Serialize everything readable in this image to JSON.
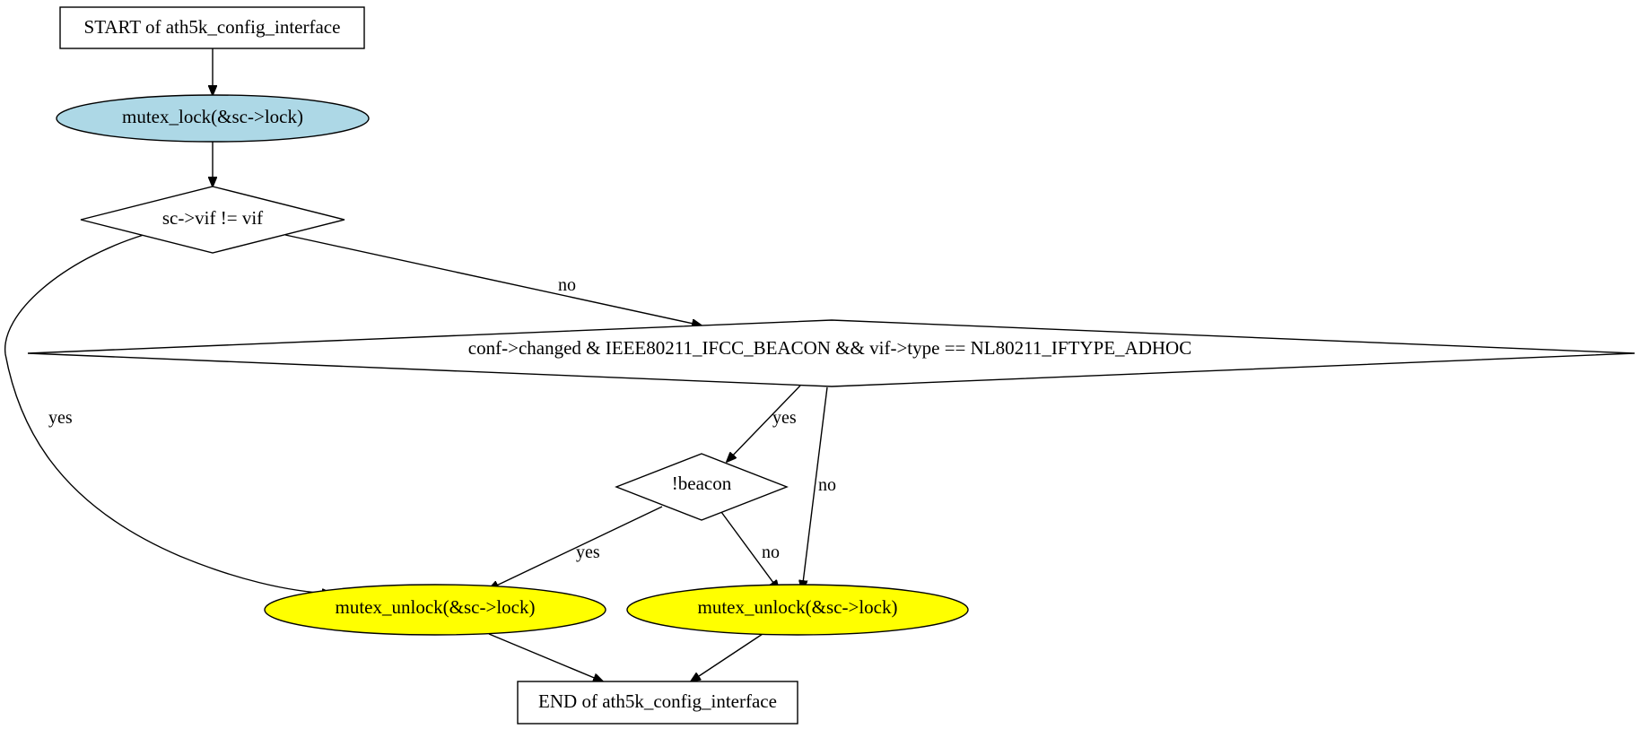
{
  "diagram": {
    "nodes": {
      "start": {
        "label": "START of ath5k_config_interface",
        "shape": "box",
        "fill": "#ffffff"
      },
      "lock": {
        "label": "mutex_lock(&sc->lock)",
        "shape": "ellipse",
        "fill": "#add8e6"
      },
      "cond_vif": {
        "label": "sc->vif != vif",
        "shape": "diamond",
        "fill": "#ffffff"
      },
      "cond_beacon_adhoc": {
        "label": "conf->changed & IEEE80211_IFCC_BEACON && vif->type == NL80211_IFTYPE_ADHOC",
        "shape": "diamond",
        "fill": "#ffffff"
      },
      "cond_not_beacon": {
        "label": "!beacon",
        "shape": "diamond",
        "fill": "#ffffff"
      },
      "unlock_left": {
        "label": "mutex_unlock(&sc->lock)",
        "shape": "ellipse",
        "fill": "#ffff00"
      },
      "unlock_right": {
        "label": "mutex_unlock(&sc->lock)",
        "shape": "ellipse",
        "fill": "#ffff00"
      },
      "end": {
        "label": "END of ath5k_config_interface",
        "shape": "box",
        "fill": "#ffffff"
      }
    },
    "edges": [
      {
        "from": "start",
        "to": "lock",
        "label": ""
      },
      {
        "from": "lock",
        "to": "cond_vif",
        "label": ""
      },
      {
        "from": "cond_vif",
        "to": "unlock_left",
        "label": "yes"
      },
      {
        "from": "cond_vif",
        "to": "cond_beacon_adhoc",
        "label": "no"
      },
      {
        "from": "cond_beacon_adhoc",
        "to": "cond_not_beacon",
        "label": "yes"
      },
      {
        "from": "cond_beacon_adhoc",
        "to": "unlock_right",
        "label": "no"
      },
      {
        "from": "cond_not_beacon",
        "to": "unlock_left",
        "label": "yes"
      },
      {
        "from": "cond_not_beacon",
        "to": "unlock_right",
        "label": "no"
      },
      {
        "from": "unlock_left",
        "to": "end",
        "label": ""
      },
      {
        "from": "unlock_right",
        "to": "end",
        "label": ""
      }
    ]
  }
}
